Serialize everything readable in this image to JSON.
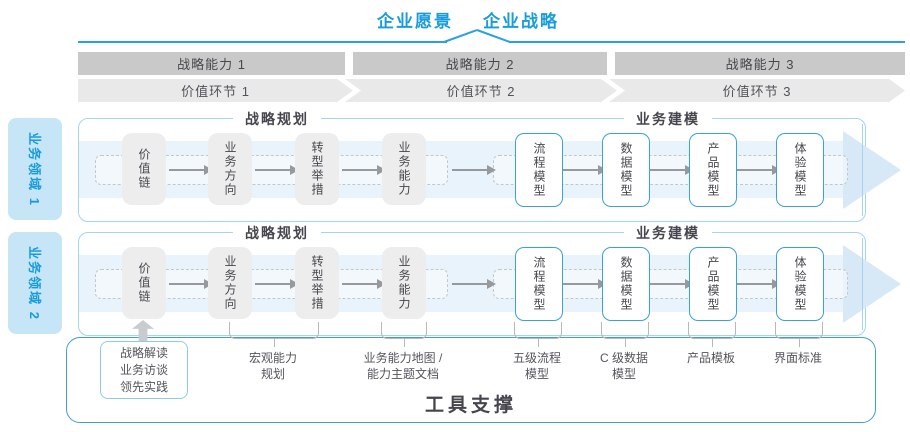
{
  "title": {
    "vision": "企业愿景",
    "strategy": "企业战略"
  },
  "strategic_capabilities": [
    "战略能力 1",
    "战略能力 2",
    "战略能力 3"
  ],
  "value_links": [
    "价值环节 1",
    "价值环节 2",
    "价值环节 3"
  ],
  "business_domains": [
    "业务领域 1",
    "业务领域 2"
  ],
  "rows": [
    {
      "planning_header": "战略规划",
      "modeling_header": "业务建模",
      "boxes": [
        "价值链",
        "业务方向",
        "转型举措",
        "业务能力",
        "流程模型",
        "数据模型",
        "产品模型",
        "体验模型"
      ]
    },
    {
      "planning_header": "战略规划",
      "modeling_header": "业务建模",
      "boxes": [
        "价值链",
        "业务方向",
        "转型举措",
        "业务能力",
        "流程模型",
        "数据模型",
        "产品模型",
        "体验模型"
      ]
    }
  ],
  "annotations": {
    "practice_box_lines": [
      "战略解读",
      "业务访谈",
      "领先实践"
    ],
    "bracket_labels": [
      "宏观能力\n规划",
      "业务能力地图 /\n能力主题文档",
      "五级流程\n模型",
      "C 级数据\n模型",
      "产品模板",
      "界面标准"
    ]
  },
  "footer": {
    "tool_support": "工具支撑"
  },
  "colors": {
    "accent_blue": "#199dda",
    "line_blue": "#2aa2de",
    "container_border_blue": "#3f9fd2",
    "light_border_blue": "#a5d4ee",
    "box_border_blue": "#39a2d9",
    "domain_bg": "#c6e5f6",
    "band_blue": "#e9f3fb",
    "arrowhead_blue": "#d7e9f7",
    "bar_gray": "#c9c9c9",
    "chevron_gray": "#e9e9e9",
    "box_gray": "#ededee",
    "dark_text": "#46474e"
  }
}
